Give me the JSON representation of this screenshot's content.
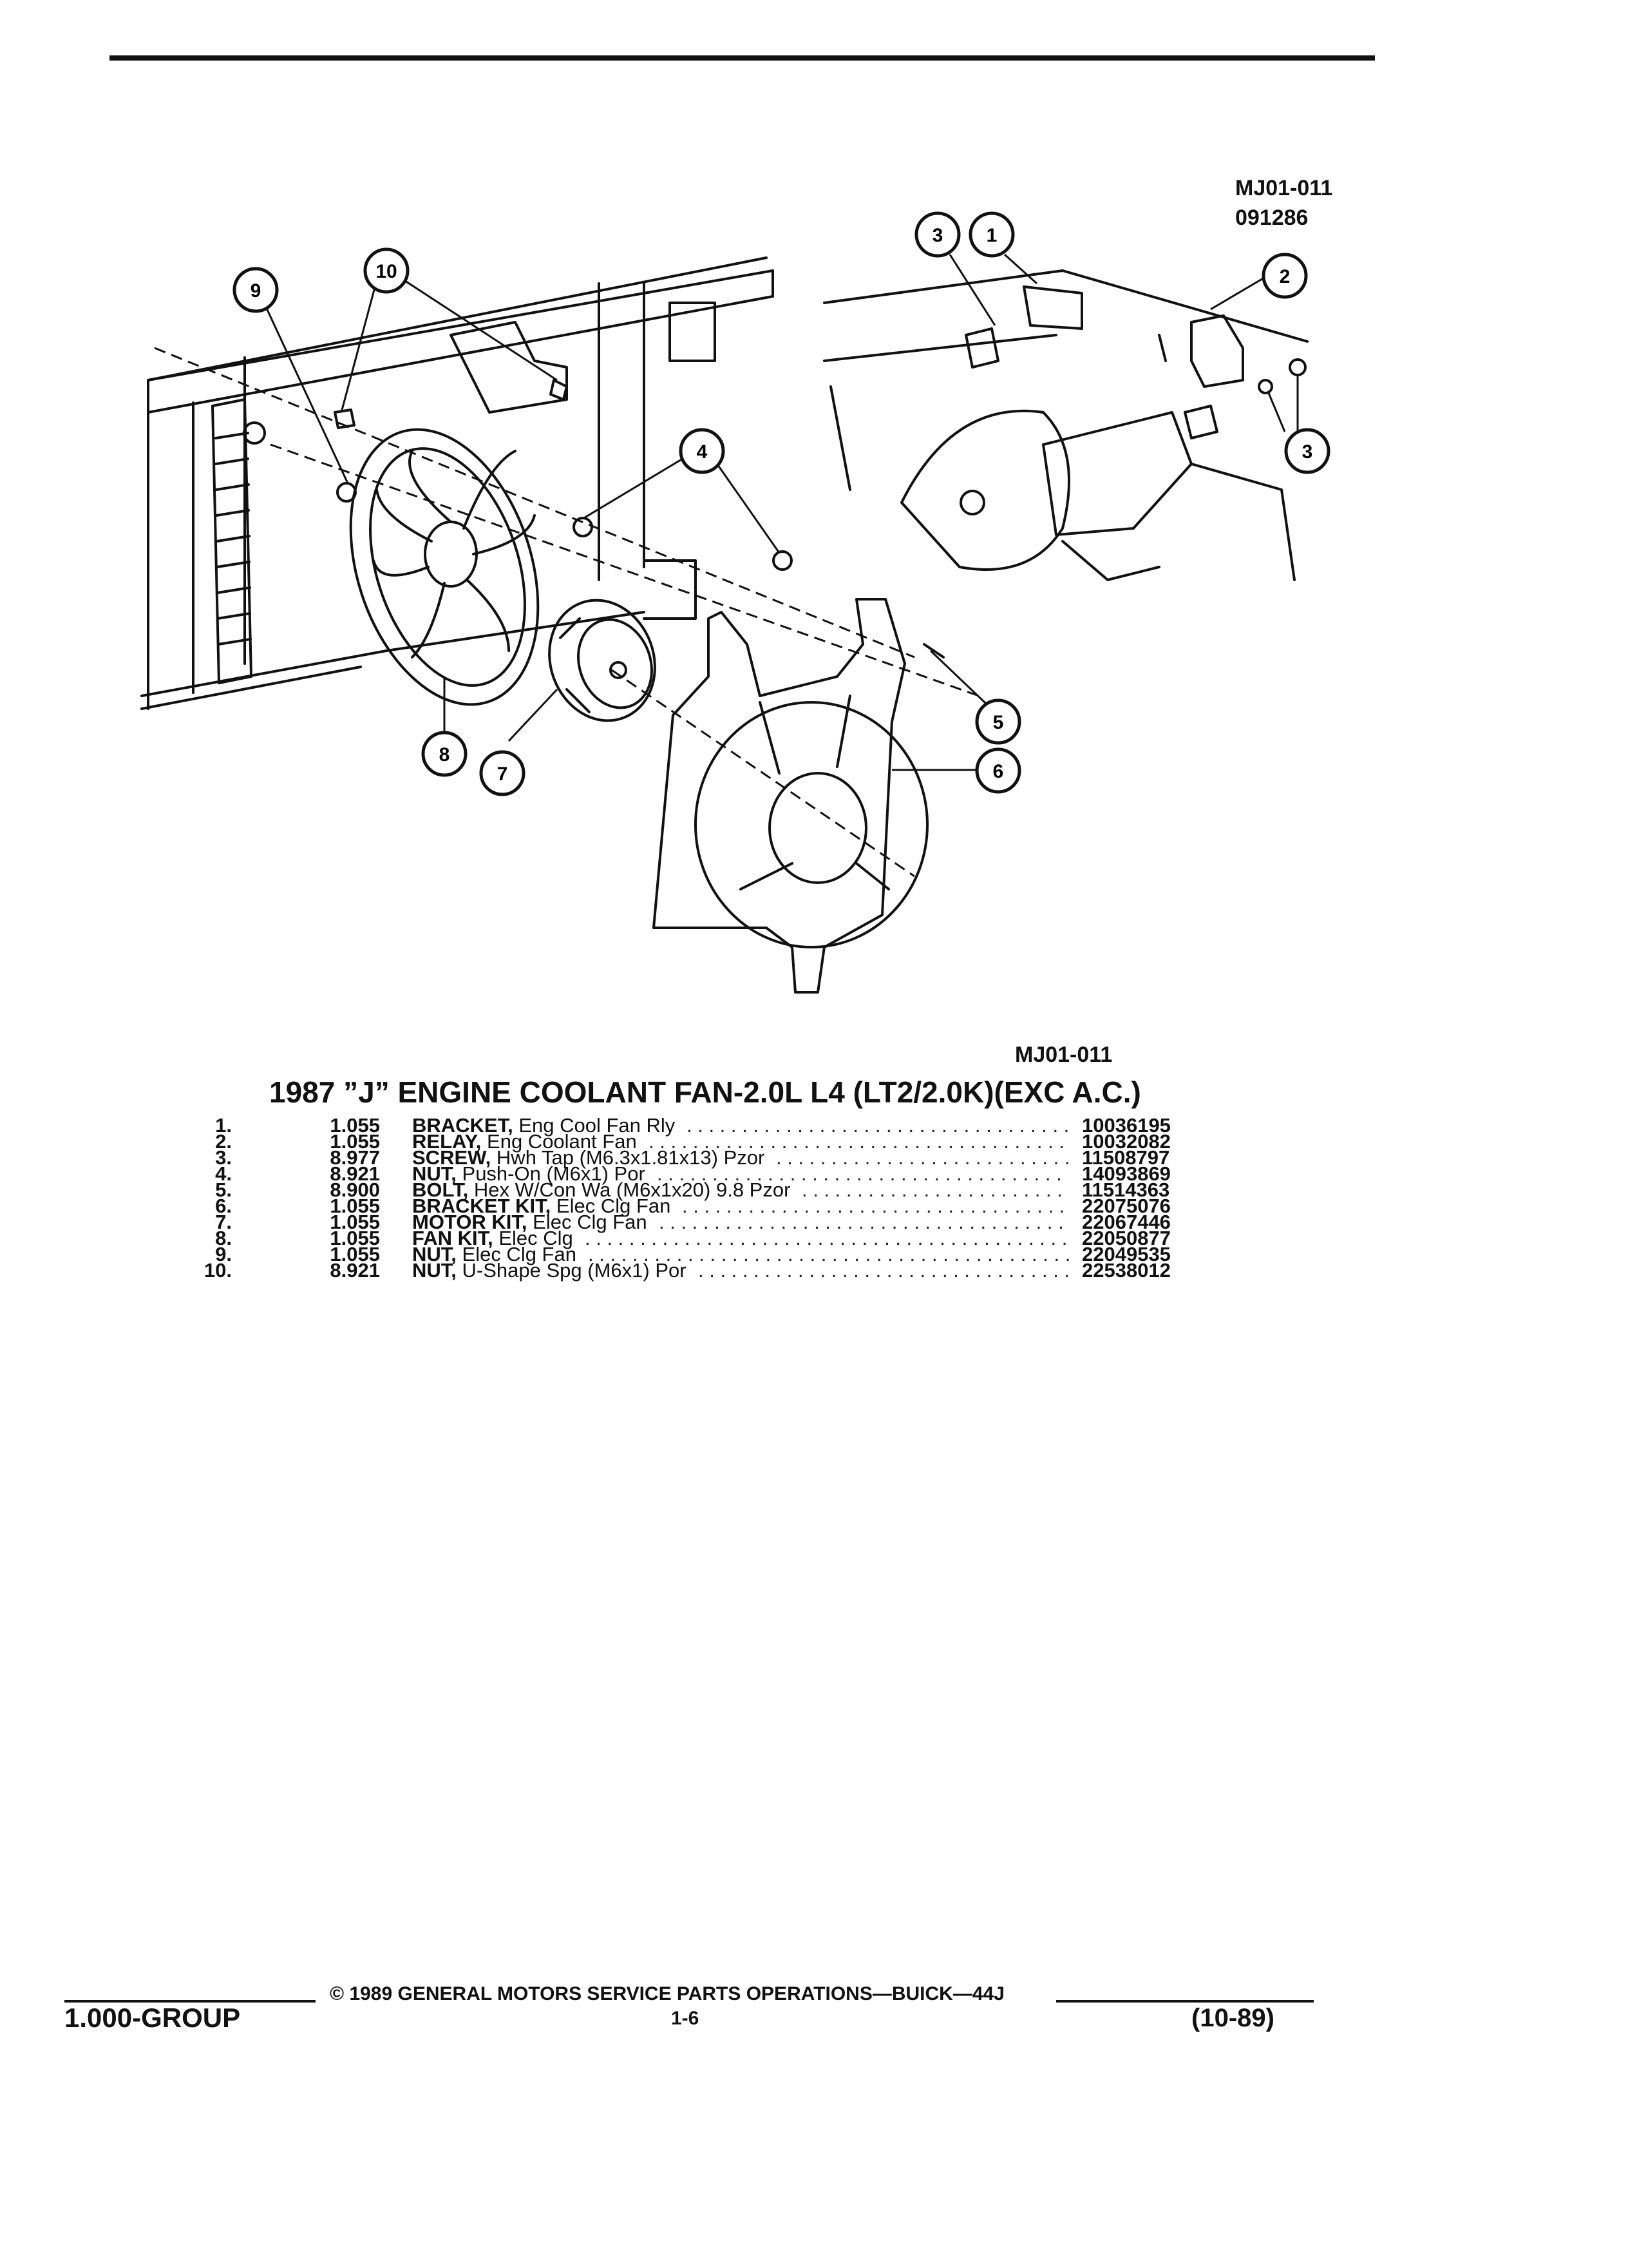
{
  "header": {
    "figure_code_top": "MJ01-011",
    "figure_date": "091286"
  },
  "figure": {
    "caption_code": "MJ01-011",
    "callouts": [
      "1",
      "2",
      "3",
      "3",
      "4",
      "5",
      "6",
      "7",
      "8",
      "9",
      "10"
    ]
  },
  "parts_list": {
    "title": "1987 ”J” ENGINE COOLANT FAN-2.0L L4 (LT2/2.0K)(EXC A.C.)",
    "rows": [
      {
        "item": "1.",
        "group": "1.055",
        "name": "BRACKET,",
        "desc": "Eng Cool Fan Rly",
        "part": "10036195"
      },
      {
        "item": "2.",
        "group": "1.055",
        "name": "RELAY,",
        "desc": "Eng Coolant Fan",
        "part": "10032082"
      },
      {
        "item": "3.",
        "group": "8.977",
        "name": "SCREW,",
        "desc": "Hwh Tap (M6.3x1.81x13) Pzor",
        "part": "11508797"
      },
      {
        "item": "4.",
        "group": "8.921",
        "name": "NUT,",
        "desc": "Push-On (M6x1) Por",
        "part": "14093869"
      },
      {
        "item": "5.",
        "group": "8.900",
        "name": "BOLT,",
        "desc": "Hex W/Con Wa (M6x1x20) 9.8 Pzor",
        "part": "11514363"
      },
      {
        "item": "6.",
        "group": "1.055",
        "name": "BRACKET KIT,",
        "desc": "Elec Clg Fan",
        "part": "22075076"
      },
      {
        "item": "7.",
        "group": "1.055",
        "name": "MOTOR KIT,",
        "desc": "Elec Clg Fan",
        "part": "22067446"
      },
      {
        "item": "8.",
        "group": "1.055",
        "name": "FAN KIT,",
        "desc": "Elec Clg",
        "part": "22050877"
      },
      {
        "item": "9.",
        "group": "1.055",
        "name": "NUT,",
        "desc": "Elec Clg Fan",
        "part": "22049535"
      },
      {
        "item": "10.",
        "group": "8.921",
        "name": "NUT,",
        "desc": "U-Shape Spg (M6x1) Por",
        "part": "22538012"
      }
    ]
  },
  "footer": {
    "group": "1.000-GROUP",
    "copyright": "© 1989 GENERAL MOTORS SERVICE PARTS OPERATIONS—BUICK—44J",
    "page": "1-6",
    "date": "(10-89)"
  }
}
